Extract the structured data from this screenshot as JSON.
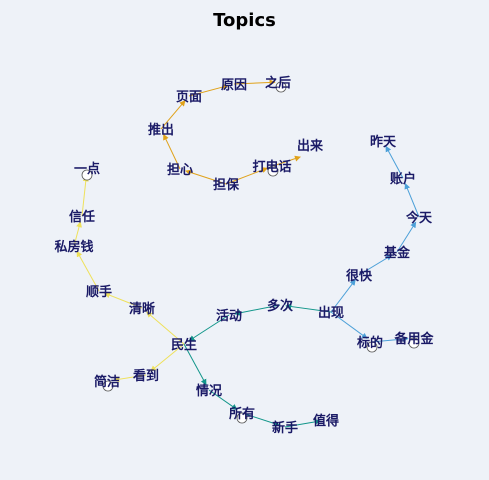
{
  "title": "Topics",
  "colors": {
    "orange": "#e0a21a",
    "yellow": "#efe15a",
    "teal": "#12968a",
    "blue": "#4ca0d8",
    "label": "#1a1a66",
    "node_fill": "#ffffff",
    "node_stroke": "#555555"
  },
  "nodes": [
    {
      "id": "zhihou",
      "label": "之后"
    },
    {
      "id": "yuanyin",
      "label": "原因"
    },
    {
      "id": "yemian",
      "label": "页面"
    },
    {
      "id": "tuichu",
      "label": "推出"
    },
    {
      "id": "danxin",
      "label": "担心"
    },
    {
      "id": "danbao",
      "label": "担保"
    },
    {
      "id": "dadianhua",
      "label": "打电话"
    },
    {
      "id": "chulai",
      "label": "出来"
    },
    {
      "id": "yidian",
      "label": "一点"
    },
    {
      "id": "xinren",
      "label": "信任"
    },
    {
      "id": "sifangqian",
      "label": "私房钱"
    },
    {
      "id": "shunshou",
      "label": "顺手"
    },
    {
      "id": "qingxi",
      "label": "清晰"
    },
    {
      "id": "minsheng",
      "label": "民生"
    },
    {
      "id": "kandao",
      "label": "看到"
    },
    {
      "id": "jianjie",
      "label": "简洁"
    },
    {
      "id": "qingkuang",
      "label": "情况"
    },
    {
      "id": "suoyou",
      "label": "所有"
    },
    {
      "id": "xinshou",
      "label": "新手"
    },
    {
      "id": "zhide",
      "label": "值得"
    },
    {
      "id": "huodong",
      "label": "活动"
    },
    {
      "id": "duoci",
      "label": "多次"
    },
    {
      "id": "chuxian",
      "label": "出现"
    },
    {
      "id": "biaode",
      "label": "标的"
    },
    {
      "id": "beiyongjin",
      "label": "备用金"
    },
    {
      "id": "yinkuai",
      "label": "很快"
    },
    {
      "id": "jijin",
      "label": "基金"
    },
    {
      "id": "jintian",
      "label": "今天"
    },
    {
      "id": "zhanghu",
      "label": "账户"
    },
    {
      "id": "zuotian",
      "label": "昨天"
    }
  ],
  "edges": [
    {
      "from": "danbao",
      "to": "danxin",
      "color": "orange"
    },
    {
      "from": "danxin",
      "to": "tuichu",
      "color": "orange"
    },
    {
      "from": "tuichu",
      "to": "yemian",
      "color": "orange"
    },
    {
      "from": "yemian",
      "to": "yuanyin",
      "color": "orange"
    },
    {
      "from": "yuanyin",
      "to": "zhihou",
      "color": "orange"
    },
    {
      "from": "danbao",
      "to": "dadianhua",
      "color": "orange"
    },
    {
      "from": "dadianhua",
      "to": "chulai",
      "color": "orange"
    },
    {
      "from": "minsheng",
      "to": "qingxi",
      "color": "yellow"
    },
    {
      "from": "qingxi",
      "to": "shunshou",
      "color": "yellow"
    },
    {
      "from": "shunshou",
      "to": "sifangqian",
      "color": "yellow"
    },
    {
      "from": "sifangqian",
      "to": "xinren",
      "color": "yellow"
    },
    {
      "from": "xinren",
      "to": "yidian",
      "color": "yellow"
    },
    {
      "from": "minsheng",
      "to": "kandao",
      "color": "yellow"
    },
    {
      "from": "kandao",
      "to": "jianjie",
      "color": "yellow"
    },
    {
      "from": "huodong",
      "to": "minsheng",
      "color": "teal"
    },
    {
      "from": "duoci",
      "to": "huodong",
      "color": "teal"
    },
    {
      "from": "chuxian",
      "to": "duoci",
      "color": "teal"
    },
    {
      "from": "minsheng",
      "to": "qingkuang",
      "color": "teal"
    },
    {
      "from": "qingkuang",
      "to": "suoyou",
      "color": "teal"
    },
    {
      "from": "suoyou",
      "to": "xinshou",
      "color": "teal"
    },
    {
      "from": "xinshou",
      "to": "zhide",
      "color": "teal"
    },
    {
      "from": "chuxian",
      "to": "yinkuai",
      "color": "blue"
    },
    {
      "from": "yinkuai",
      "to": "jijin",
      "color": "blue"
    },
    {
      "from": "jijin",
      "to": "jintian",
      "color": "blue"
    },
    {
      "from": "jintian",
      "to": "zhanghu",
      "color": "blue"
    },
    {
      "from": "zhanghu",
      "to": "zuotian",
      "color": "blue"
    },
    {
      "from": "chuxian",
      "to": "biaode",
      "color": "blue"
    },
    {
      "from": "biaode",
      "to": "beiyongjin",
      "color": "blue"
    }
  ]
}
